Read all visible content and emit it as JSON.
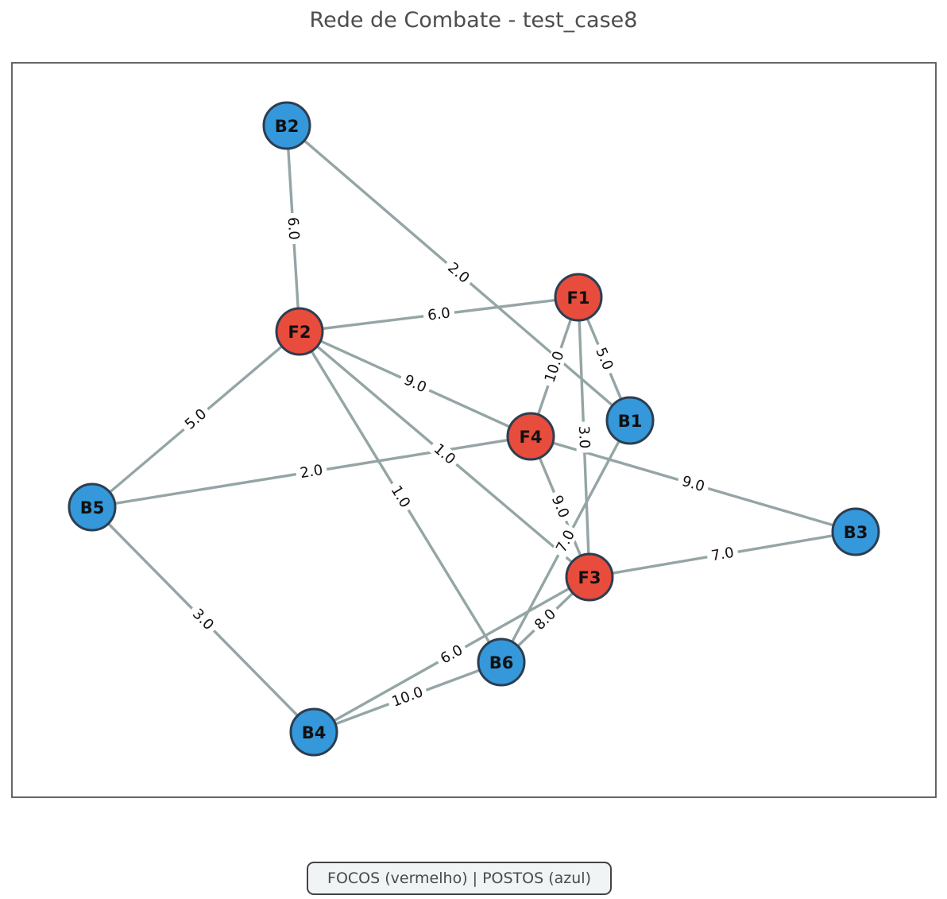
{
  "title": "Rede de Combate - test_case8",
  "legend": "FOCOS (vermelho) | POSTOS (azul)",
  "colors": {
    "foco": "#e74c3c",
    "posto": "#3498db",
    "edge": "#95a5a6",
    "node_border": "#2c3e50"
  },
  "nodes": [
    {
      "id": "B2",
      "label": "B2",
      "type": "posto"
    },
    {
      "id": "F1",
      "label": "F1",
      "type": "foco"
    },
    {
      "id": "F2",
      "label": "F2",
      "type": "foco"
    },
    {
      "id": "B1",
      "label": "B1",
      "type": "posto"
    },
    {
      "id": "F4",
      "label": "F4",
      "type": "foco"
    },
    {
      "id": "B5",
      "label": "B5",
      "type": "posto"
    },
    {
      "id": "B3",
      "label": "B3",
      "type": "posto"
    },
    {
      "id": "F3",
      "label": "F3",
      "type": "foco"
    },
    {
      "id": "B6",
      "label": "B6",
      "type": "posto"
    },
    {
      "id": "B4",
      "label": "B4",
      "type": "posto"
    }
  ],
  "edges": [
    {
      "from": "B2",
      "to": "F2",
      "weight": "6.0"
    },
    {
      "from": "B2",
      "to": "B1",
      "weight": "2.0"
    },
    {
      "from": "F2",
      "to": "F1",
      "weight": "6.0"
    },
    {
      "from": "F1",
      "to": "B1",
      "weight": "5.0"
    },
    {
      "from": "F1",
      "to": "F4",
      "weight": "10.0"
    },
    {
      "from": "F1",
      "to": "F3",
      "weight": "3.0"
    },
    {
      "from": "F2",
      "to": "F4",
      "weight": "9.0"
    },
    {
      "from": "F2",
      "to": "B5",
      "weight": "5.0"
    },
    {
      "from": "F2",
      "to": "F3",
      "weight": "1.0"
    },
    {
      "from": "F2",
      "to": "B6",
      "weight": "1.0"
    },
    {
      "from": "B5",
      "to": "F4",
      "weight": "2.0"
    },
    {
      "from": "F4",
      "to": "B3",
      "weight": "9.0"
    },
    {
      "from": "F4",
      "to": "F3",
      "weight": "9.0"
    },
    {
      "from": "B1",
      "to": "B6",
      "weight": "7.0"
    },
    {
      "from": "F3",
      "to": "B3",
      "weight": "7.0"
    },
    {
      "from": "F3",
      "to": "B6",
      "weight": "8.0"
    },
    {
      "from": "F3",
      "to": "B4",
      "weight": "6.0"
    },
    {
      "from": "B6",
      "to": "B4",
      "weight": "10.0"
    },
    {
      "from": "B5",
      "to": "B4",
      "weight": "3.0"
    }
  ]
}
